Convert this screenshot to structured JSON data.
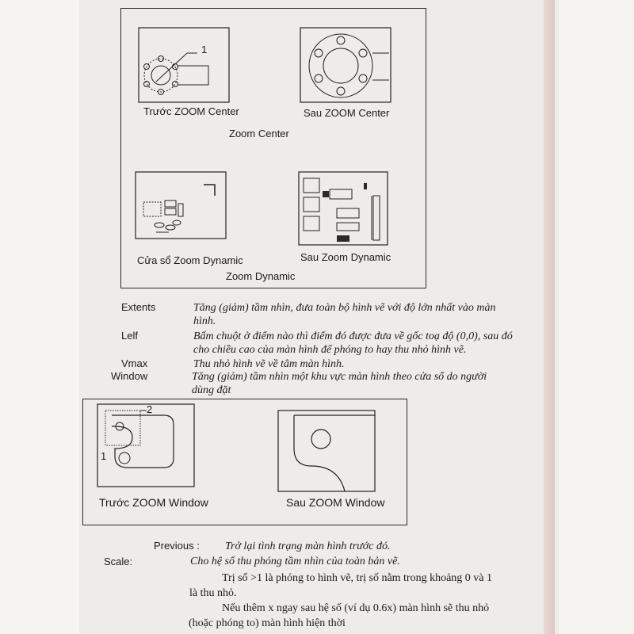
{
  "top_figure": {
    "callout_1": "1",
    "before_center": "Trước ZOOM Center",
    "after_center": "Sau ZOOM Center",
    "zoom_center_caption": "Zoom Center",
    "dynamic_window": "Cửa sổ Zoom Dynamic",
    "after_dynamic": "Sau Zoom Dynamic",
    "zoom_dynamic_caption": "Zoom Dynamic"
  },
  "definitions": [
    {
      "term": "Extents",
      "desc": "Tăng (giảm) tầm nhìn, đưa toàn bộ hình vẽ với độ lớn nhất vào màn hình."
    },
    {
      "term": "Lelf",
      "desc": "Bấm chuột ở điểm nào thì điểm đó được đưa về gốc toạ độ (0,0), sau đó cho chiều cao của màn hình để phóng to hay thu nhỏ hình vẽ."
    },
    {
      "term": "Vmax",
      "desc": "Thu nhỏ hình vẽ về tâm màn hình."
    },
    {
      "term": "Window",
      "desc": "Tăng (giảm) tầm nhìn một khu vực màn hình theo cửa sổ do người dùng đặt"
    }
  ],
  "window_figure": {
    "callout_1": "1",
    "callout_2": "2",
    "before_window": "Trước ZOOM Window",
    "after_window": "Sau ZOOM Window"
  },
  "bottom": {
    "previous_term": "Previous :",
    "previous_desc": "Trở lại tình trạng màn hình trước đó.",
    "scale_term": "Scale:",
    "scale_desc": "Cho hệ số thu phóng tầm nhìn của toàn bản vẽ.",
    "scale_line1": "Trị số >1 là phóng to hình vẽ, trị số nằm trong khoảng 0 và 1",
    "scale_line2": "là thu nhỏ.",
    "scale_line3": "Nếu thêm x ngay sau hệ số (ví dụ 0.6x) màn hình sẽ thu nhỏ",
    "scale_line4": "(hoặc phóng to) màn hình hiện thời"
  },
  "colors": {
    "paper": "#eeece9",
    "ink": "#1d1b1a",
    "ghost": "#bdb9b4"
  }
}
